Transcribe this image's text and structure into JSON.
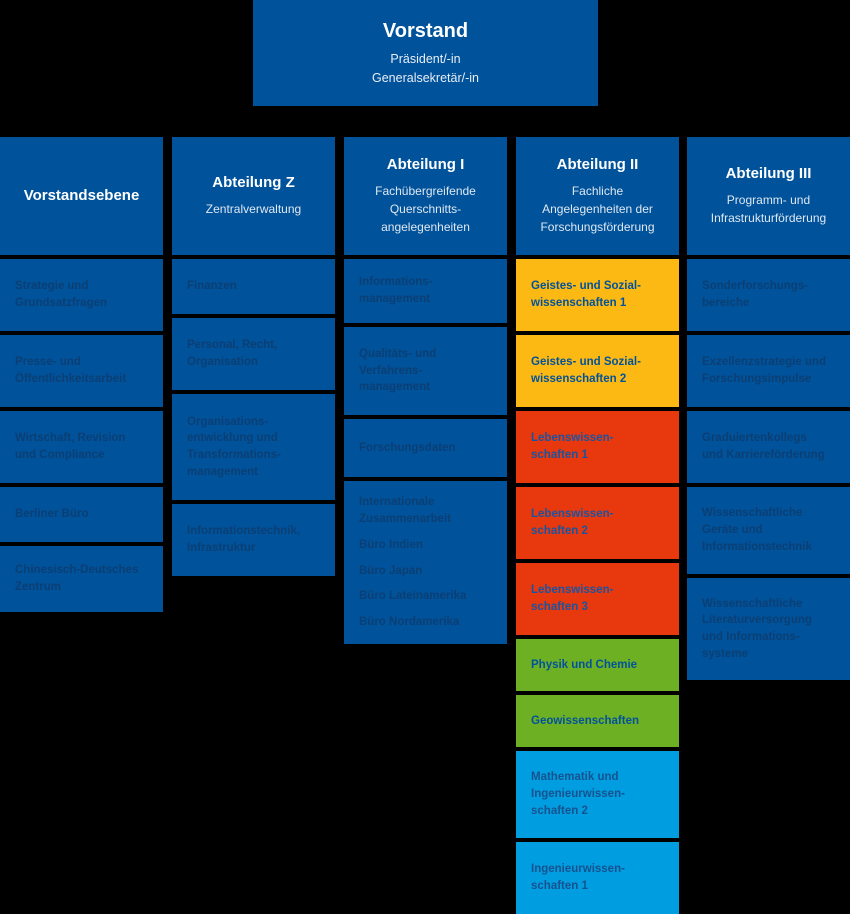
{
  "board": {
    "title": "Vorstand",
    "subtitle_lines": [
      "Präsident/-in",
      "Generalsekretär/-in"
    ]
  },
  "colors": {
    "blue": "#00529B",
    "orange": "#FDB913",
    "red": "#E8380D",
    "green": "#6EB023",
    "cyan": "#009EE0",
    "background": "#000000",
    "header_text": "#FFFFFF"
  },
  "columns": [
    {
      "header": {
        "title": "Vorstandsebene",
        "subtitle_lines": []
      },
      "head_height": 118,
      "units": [
        {
          "color": "blue",
          "height": 72,
          "lines": [
            "Strategie und",
            "Grundsatzfragen"
          ]
        },
        {
          "color": "blue",
          "height": 72,
          "lines": [
            "Presse- und",
            "Öffentlichkeitsarbeit"
          ]
        },
        {
          "color": "blue",
          "height": 72,
          "lines": [
            "Wirtschaft, Revision",
            "und Compliance"
          ]
        },
        {
          "color": "blue",
          "height": 55,
          "lines": [
            "Berliner Büro"
          ]
        },
        {
          "color": "blue",
          "height": 66,
          "lines": [
            "Chinesisch-Deutsches",
            "Zentrum"
          ]
        }
      ]
    },
    {
      "header": {
        "title": "Abteilung Z",
        "subtitle_lines": [
          "Zentralverwaltung"
        ]
      },
      "head_height": 118,
      "units": [
        {
          "color": "blue",
          "height": 55,
          "lines": [
            "Finanzen"
          ]
        },
        {
          "color": "blue",
          "height": 72,
          "lines": [
            "Personal, Recht,",
            "Organisation"
          ]
        },
        {
          "color": "blue",
          "height": 106,
          "lines": [
            "Organisations-",
            "entwicklung und",
            "Transformations-",
            "management"
          ]
        },
        {
          "color": "blue",
          "height": 72,
          "lines": [
            "Informationstechnik,",
            "Infrastruktur"
          ]
        }
      ]
    },
    {
      "header": {
        "title": "Abteilung I",
        "subtitle_lines": [
          "Fachübergreifende",
          "Querschnitts-",
          "angelegenheiten"
        ]
      },
      "head_height": 118,
      "units": [
        {
          "color": "blue",
          "height": 64,
          "lines": [
            "Informations-",
            "management"
          ]
        },
        {
          "color": "blue",
          "height": 88,
          "lines": [
            "Qualitäts- und",
            "Verfahrens-",
            "management"
          ]
        },
        {
          "color": "blue",
          "height": 58,
          "lines": [
            "Forschungsdaten"
          ]
        },
        {
          "color": "blue",
          "height": 163,
          "lines": [
            "Internationale",
            "Zusammenarbeit"
          ],
          "extra_lines": [
            "Büro Indien",
            "Büro Japan",
            "Büro Lateinamerika",
            "Büro Nordamerika"
          ]
        }
      ]
    },
    {
      "header": {
        "title": "Abteilung II",
        "subtitle_lines": [
          "Fachliche",
          "Angelegenheiten der",
          "Forschungsförderung"
        ]
      },
      "head_height": 118,
      "units": [
        {
          "color": "orange",
          "height": 72,
          "lines": [
            "Geistes- und Sozial-",
            "wissenschaften 1"
          ]
        },
        {
          "color": "orange",
          "height": 72,
          "lines": [
            "Geistes- und Sozial-",
            "wissenschaften 2"
          ]
        },
        {
          "color": "red",
          "height": 72,
          "lines": [
            "Lebenswissen-",
            "schaften 1"
          ]
        },
        {
          "color": "red",
          "height": 72,
          "lines": [
            "Lebenswissen-",
            "schaften 2"
          ]
        },
        {
          "color": "red",
          "height": 72,
          "lines": [
            "Lebenswissen-",
            "schaften 3"
          ]
        },
        {
          "color": "green",
          "height": 52,
          "lines": [
            "Physik und Chemie"
          ]
        },
        {
          "color": "green",
          "height": 52,
          "lines": [
            "Geowissenschaften"
          ]
        },
        {
          "color": "cyan",
          "height": 87,
          "lines": [
            "Mathematik und",
            "Ingenieurwissen-",
            "schaften 2"
          ]
        },
        {
          "color": "cyan",
          "height": 72,
          "lines": [
            "Ingenieurwissen-",
            "schaften 1"
          ]
        }
      ]
    },
    {
      "header": {
        "title": "Abteilung III",
        "subtitle_lines": [
          "Programm- und",
          "Infrastrukturförderung"
        ]
      },
      "head_height": 118,
      "units": [
        {
          "color": "blue",
          "height": 72,
          "lines": [
            "Sonderforschungs-",
            "bereiche"
          ]
        },
        {
          "color": "blue",
          "height": 72,
          "lines": [
            "Exzellenzstrategie und",
            "Forschungsimpulse"
          ]
        },
        {
          "color": "blue",
          "height": 72,
          "lines": [
            "Graduiertenkollegs",
            "und Karriereförderung"
          ]
        },
        {
          "color": "blue",
          "height": 87,
          "lines": [
            "Wissenschaftliche",
            "Geräte und",
            "Informationstechnik"
          ]
        },
        {
          "color": "blue",
          "height": 102,
          "lines": [
            "Wissenschaftliche",
            "Literaturversorgung",
            "und Informations-",
            "systeme"
          ]
        }
      ]
    }
  ]
}
